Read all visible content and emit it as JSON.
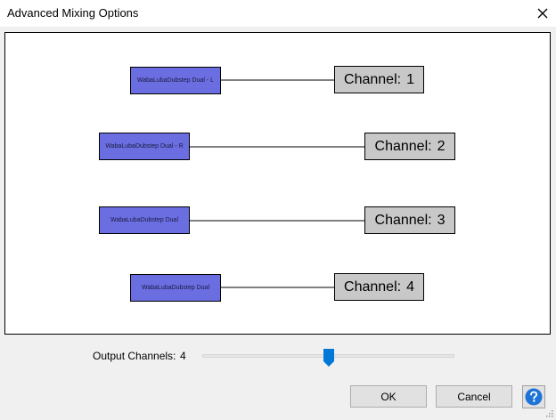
{
  "window": {
    "title": "Advanced Mixing Options"
  },
  "mappings": [
    {
      "source": "WabaLubaDubstep Dual - L",
      "channel_label": "Channel:",
      "channel_number": "1"
    },
    {
      "source": "WabaLubaDubstep Dual - R",
      "channel_label": "Channel:",
      "channel_number": "2"
    },
    {
      "source": "WabaLubaDubstep Dual",
      "channel_label": "Channel:",
      "channel_number": "3"
    },
    {
      "source": "WabaLubaDubstep Dual",
      "channel_label": "Channel:",
      "channel_number": "4"
    }
  ],
  "output": {
    "label": "Output Channels:",
    "value": "4",
    "slider_min": 1,
    "slider_max": 8,
    "slider_value": 4
  },
  "buttons": {
    "ok": "OK",
    "cancel": "Cancel",
    "help_icon": "question-mark-icon"
  },
  "colors": {
    "source_fill": "#6b6ee0",
    "channel_fill": "#c8c8c8",
    "slider_thumb": "#0078d7",
    "help_icon": "#1e74d6"
  },
  "icons": {
    "close": "close-icon",
    "help": "help-icon",
    "resize_grip": "resize-grip-icon"
  }
}
